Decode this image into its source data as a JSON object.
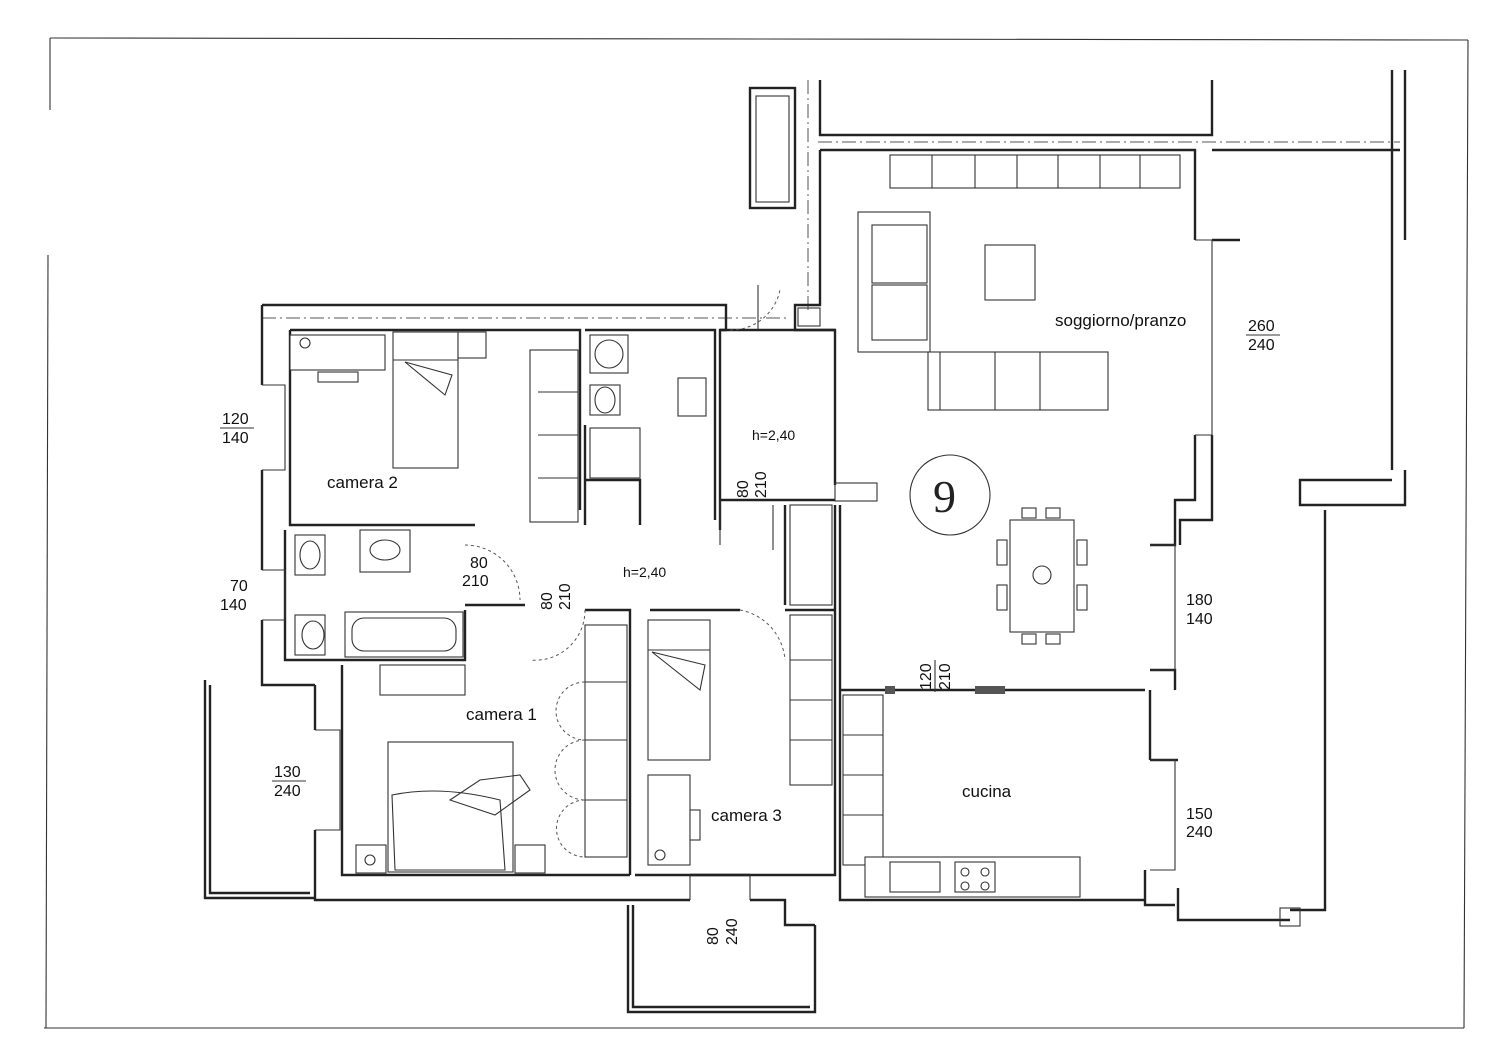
{
  "plan": {
    "number": "9",
    "rooms": {
      "camera2": "camera 2",
      "camera1": "camera 1",
      "camera3": "camera 3",
      "soggiorno": "soggiorno/pranzo",
      "cucina": "cucina"
    },
    "heights": {
      "disimpegno": "h=2,40",
      "corridoio": "h=2,40"
    },
    "openings": {
      "cam2_win_w": "120",
      "cam2_win_h": "140",
      "bagno_win_w": "70",
      "bagno_win_h": "140",
      "cam1_win_w": "130",
      "cam1_win_h": "240",
      "cam3_win_w": "80",
      "cam3_win_h": "240",
      "sogg_win_w": "260",
      "sogg_win_h": "240",
      "sogg_win2_w": "180",
      "sogg_win2_h": "140",
      "cucina_win_w": "150",
      "cucina_win_h": "240",
      "door_bagno_w": "80",
      "door_bagno_h": "210",
      "door_corr_w": "80",
      "door_corr_h": "210",
      "door_dis_w": "80",
      "door_dis_h": "210",
      "door_cucina_w": "120",
      "door_cucina_h": "210"
    }
  }
}
